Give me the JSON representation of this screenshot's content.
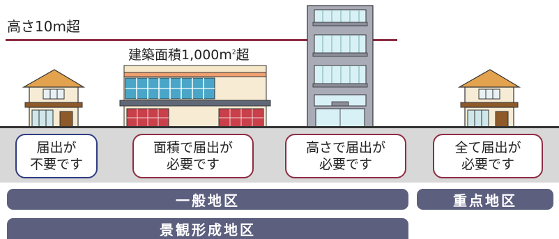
{
  "height_threshold": "高さ10m超",
  "area_threshold_prefix": "建築面積1,000m",
  "area_threshold_sup": "2",
  "area_threshold_suffix": "超",
  "bubbles": [
    {
      "line1": "届出が",
      "line2": "不要です"
    },
    {
      "line1": "面積で届出が",
      "line2": "必要です"
    },
    {
      "line1": "高さで届出が",
      "line2": "必要です"
    },
    {
      "line1": "全て届出が",
      "line2": "必要です"
    }
  ],
  "districts": {
    "general": "一般地区",
    "priority": "重点地区",
    "landscape": "景観形成地区"
  },
  "colors": {
    "threshold_line": "#8e2c42",
    "ground": "#d8d8d8",
    "bar": "#5c5f7e",
    "bubble_border_no": "#2f3d80",
    "bubble_border_yes": "#8e2c42"
  }
}
